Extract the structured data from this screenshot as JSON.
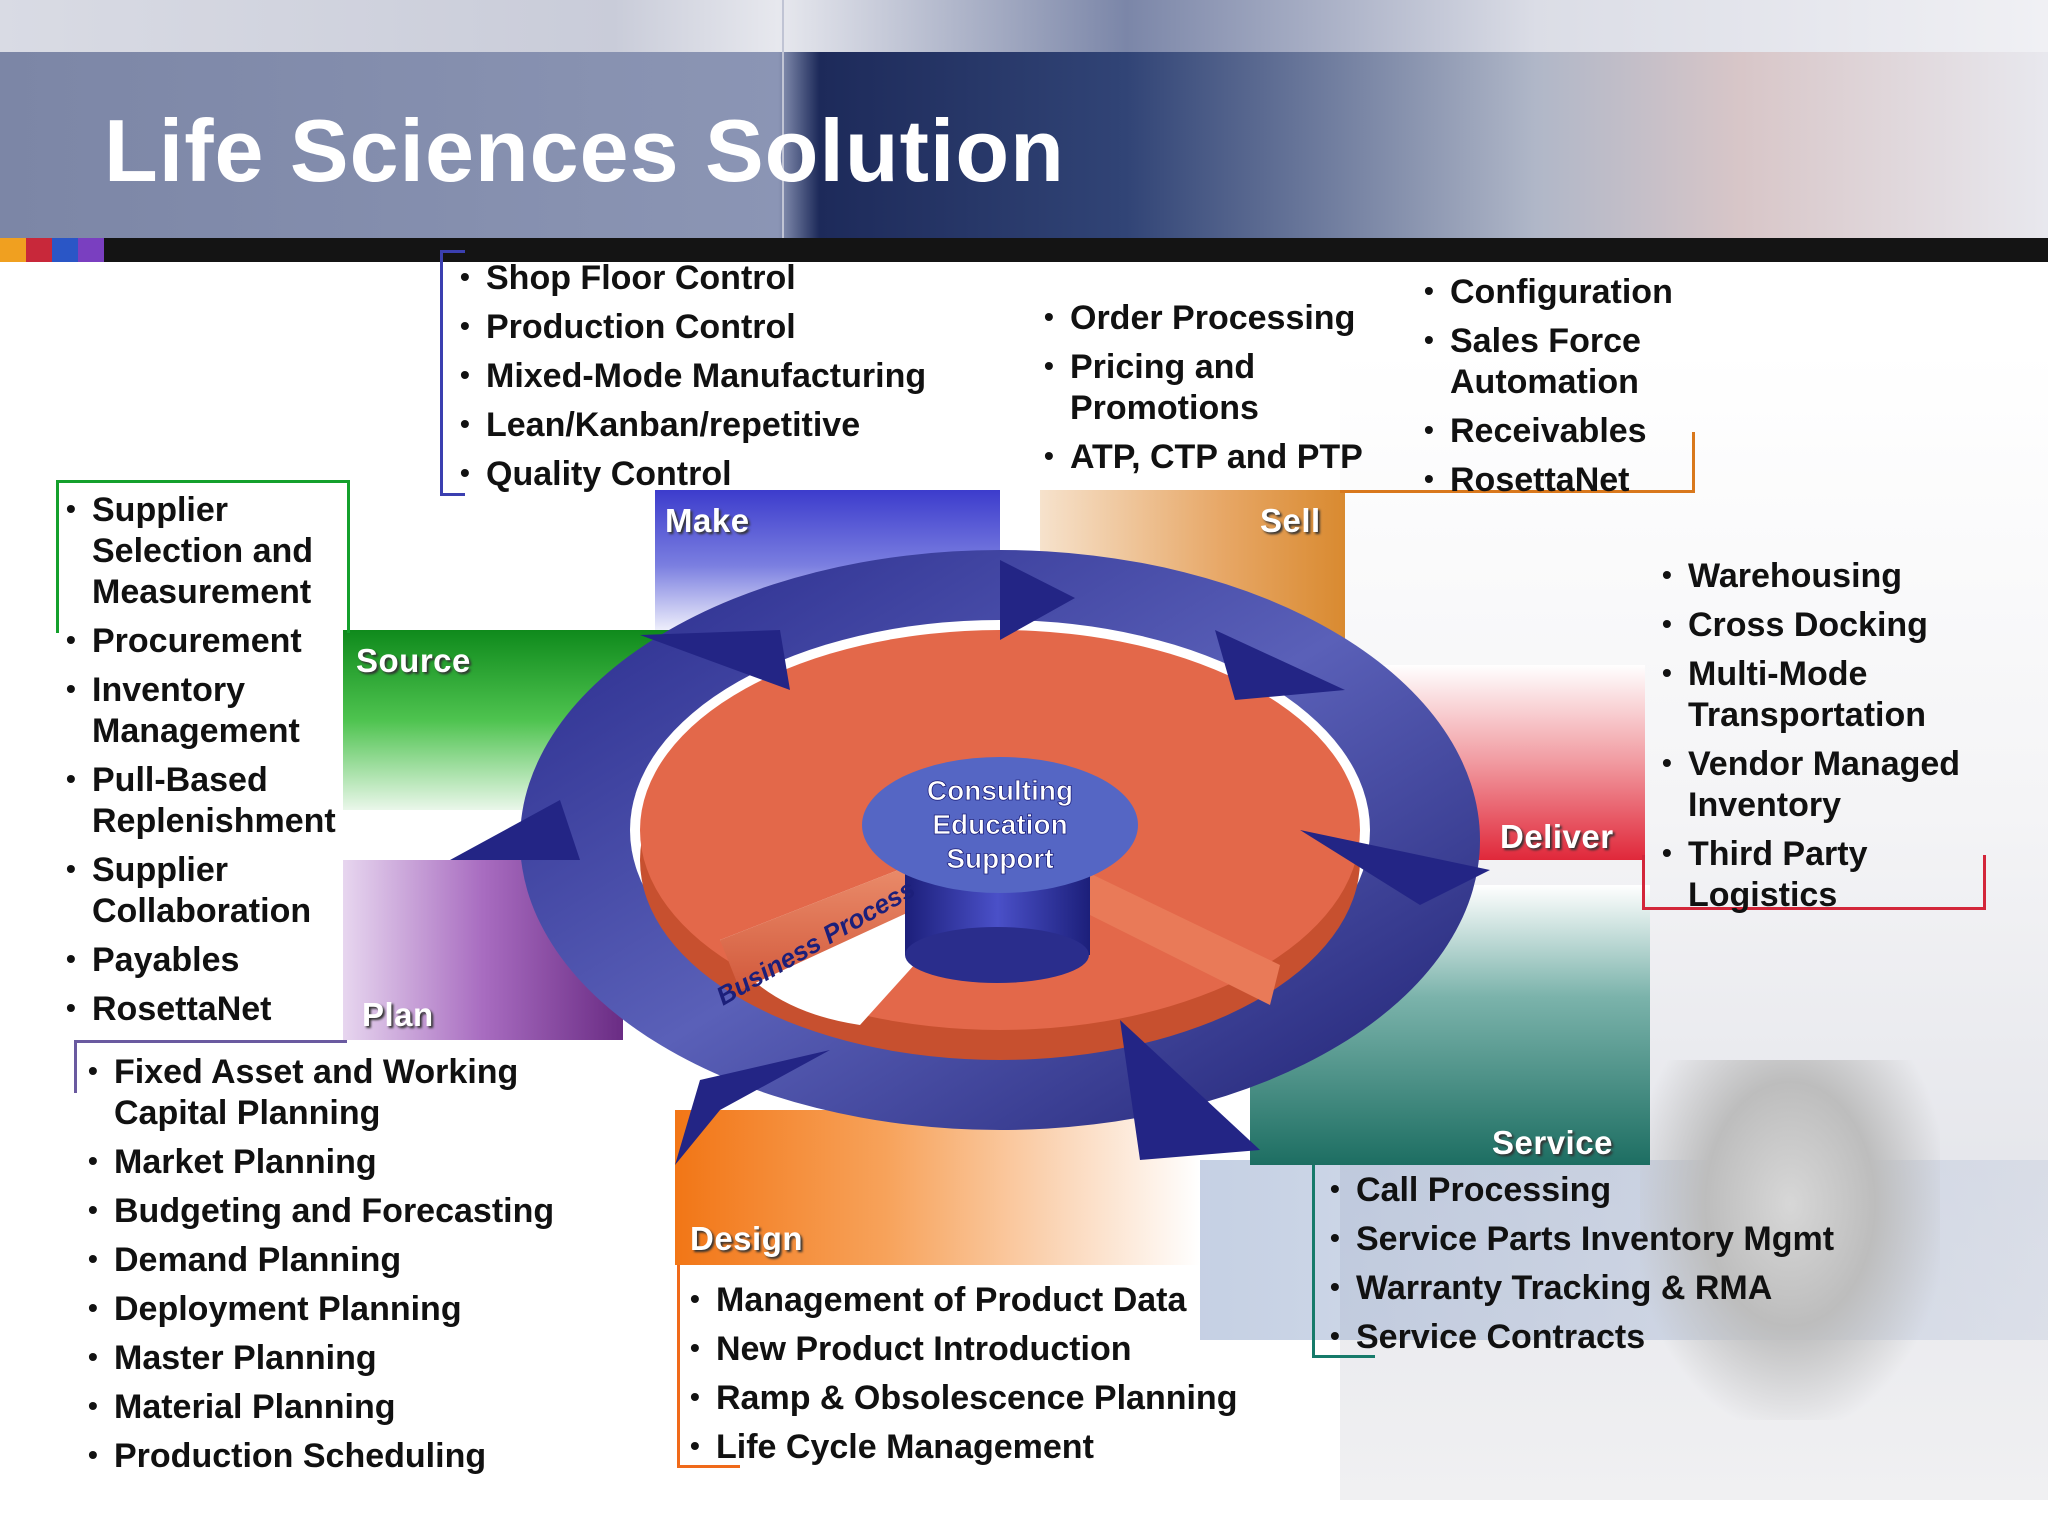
{
  "title": "Life Sciences Solution",
  "center": {
    "hub_lines": [
      "Consulting",
      "Education",
      "Support"
    ],
    "ring_label": "Business Process"
  },
  "tiles": {
    "make": "Make",
    "sell": "Sell",
    "source": "Source",
    "deliver": "Deliver",
    "plan": "Plan",
    "service": "Service",
    "design": "Design"
  },
  "lists": {
    "make": [
      "Shop Floor Control",
      "Production Control",
      "Mixed-Mode Manufacturing",
      "Lean/Kanban/repetitive",
      "Quality Control"
    ],
    "sell_left": [
      "Order Processing",
      "Pricing and Promotions",
      "ATP, CTP and PTP"
    ],
    "sell_right": [
      "Configuration",
      "Sales Force Automation",
      "Receivables",
      "RosettaNet"
    ],
    "source": [
      "Supplier Selection and Measurement",
      "Procurement",
      "Inventory Management",
      "Pull-Based Replenishment",
      "Supplier Collaboration",
      "Payables",
      "RosettaNet"
    ],
    "deliver": [
      "Warehousing",
      "Cross Docking",
      "Multi-Mode Transportation",
      "Vendor Managed Inventory",
      "Third Party Logistics"
    ],
    "plan": [
      "Fixed Asset and Working Capital Planning",
      "Market Planning",
      "Budgeting and Forecasting",
      "Demand Planning",
      "Deployment Planning",
      "Master Planning",
      "Material Planning",
      "Production Scheduling"
    ],
    "design": [
      "Management of Product Data",
      "New Product Introduction",
      "Ramp & Obsolescence Planning",
      "Life Cycle Management"
    ],
    "service": [
      "Call Processing",
      "Service Parts Inventory Mgmt",
      "Warranty Tracking & RMA",
      "Service Contracts"
    ]
  },
  "colors": {
    "ring": "#2b2f86",
    "disk": "#e3684a",
    "hub_top": "#5566c4",
    "make_bracket": "#3b3fb0",
    "sell_bracket": "#d9781c",
    "source_bracket": "#14a02c",
    "deliver_bracket": "#d3263a",
    "plan_bracket": "#6a5aa0",
    "design_bracket": "#f06a1a",
    "service_bracket": "#167a6a"
  }
}
